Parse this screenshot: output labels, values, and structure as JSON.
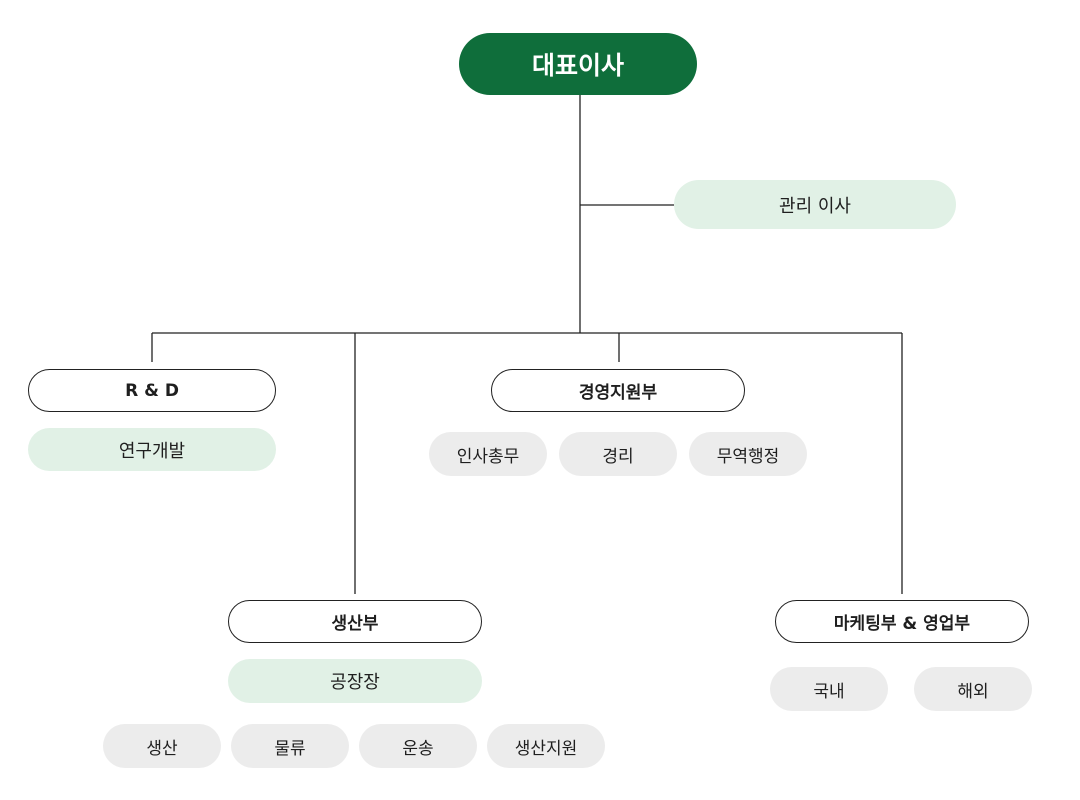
{
  "ceo": {
    "label": "대표이사"
  },
  "managing_director": {
    "label": "관리 이사"
  },
  "departments": {
    "rnd": {
      "label": "R & D",
      "sub": "연구개발"
    },
    "management_support": {
      "label": "경영지원부",
      "teams": [
        "인사총무",
        "경리",
        "무역행정"
      ]
    },
    "production": {
      "label": "생산부",
      "sub": "공장장",
      "teams": [
        "생산",
        "물류",
        "운송",
        "생산지원"
      ]
    },
    "marketing_sales": {
      "label": "마케팅부 & 영업부",
      "teams": [
        "국내",
        "해외"
      ]
    }
  },
  "colors": {
    "ceo_fill": "#0f6e3b",
    "sub_fill": "#e1f1e6",
    "team_fill": "#ececec",
    "line": "#222222"
  }
}
